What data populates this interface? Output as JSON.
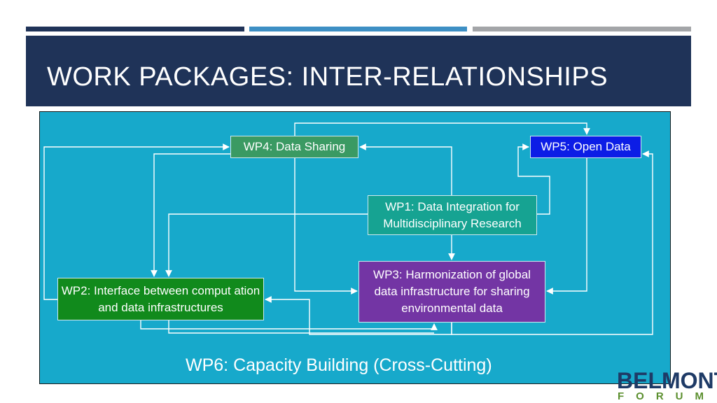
{
  "slide": {
    "title": "WORK PACKAGES: INTER-RELATIONSHIPS",
    "colors": {
      "header": "#1f3358",
      "accent": "#3d8fc4",
      "gray": "#a3a5a8",
      "canvas": "#17a9cb"
    }
  },
  "diagram": {
    "nodes": {
      "wp4": "WP4: Data Sharing",
      "wp5": "WP5: Open Data",
      "wp1": "WP1: Data Integration for Multidisciplinary Research",
      "wp3": "WP3: Harmonization of global data infrastructure for sharing environmental data",
      "wp2": "WP2: Interface between comput ation and data infrastructures"
    },
    "background_label": "WP6: Capacity Building (Cross-Cutting)",
    "node_colors": {
      "wp4": "#3a9a63",
      "wp5": "#0c1de6",
      "wp1": "#16a392",
      "wp3": "#7335a4",
      "wp2": "#118a1c"
    }
  },
  "logo": {
    "top_text": "BELMONT",
    "bottom_text": "FORUM",
    "icon": "globe-icon"
  }
}
